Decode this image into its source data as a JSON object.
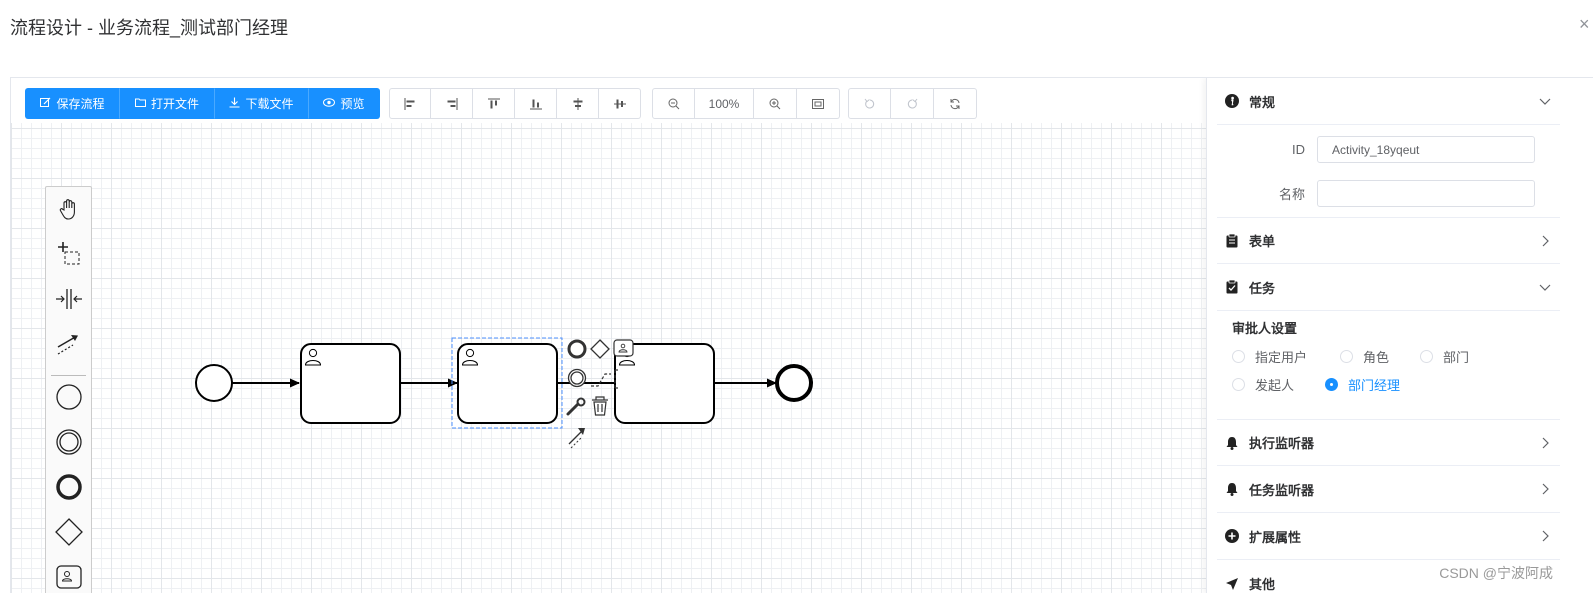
{
  "dialog": {
    "title": "流程设计 - 业务流程_测试部门经理",
    "close": "×"
  },
  "toolbar": {
    "save": "保存流程",
    "open": "打开文件",
    "download": "下载文件",
    "preview": "预览",
    "zoom": "100%"
  },
  "panel": {
    "general": {
      "title": "常规",
      "id_label": "ID",
      "id_value": "Activity_18yqeut",
      "name_label": "名称",
      "name_value": ""
    },
    "form": {
      "title": "表单"
    },
    "task": {
      "title": "任务",
      "approver_label": "审批人设置",
      "options": [
        "指定用户",
        "角色",
        "部门",
        "发起人",
        "部门经理"
      ],
      "selected": "部门经理"
    },
    "exec_listener": {
      "title": "执行监听器"
    },
    "task_listener": {
      "title": "任务监听器"
    },
    "ext_props": {
      "title": "扩展属性"
    },
    "other": {
      "title": "其他"
    }
  },
  "colors": {
    "primary": "#1890ff",
    "selection": "#4d90fe"
  },
  "watermark": "CSDN @宁波阿成"
}
